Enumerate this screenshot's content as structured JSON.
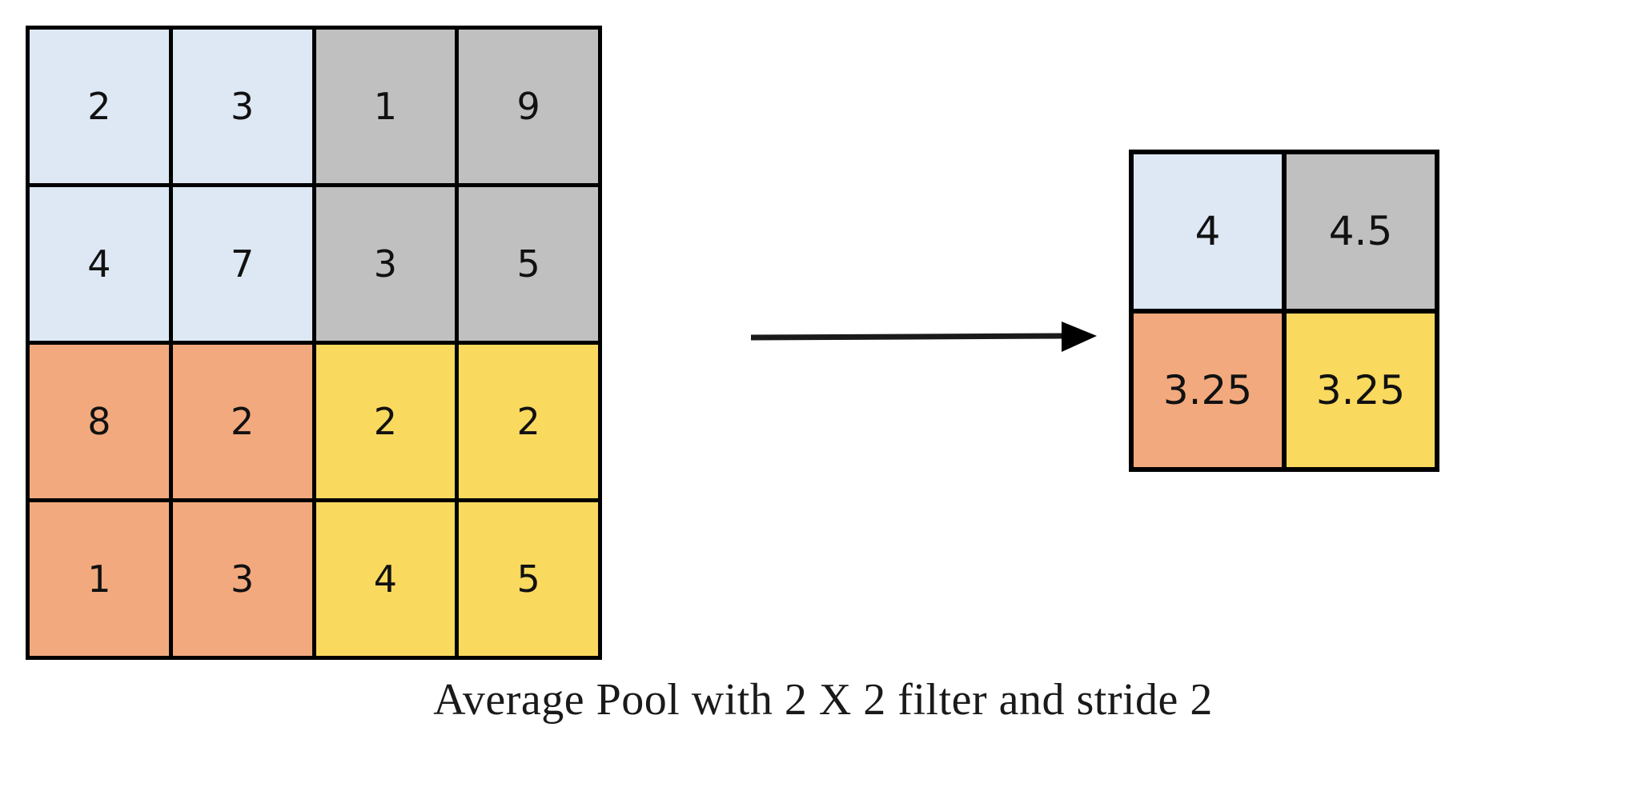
{
  "diagram": {
    "title": "Average Pool with 2 X 2 filter and stride 2",
    "caption": "Average Pool with 2 X 2 filter and stride 2",
    "arrow_label": "transform-arrow"
  },
  "colors": {
    "blue": "#dde8f4",
    "grey": "#c0c0c0",
    "orange": "#f2a97e",
    "yellow": "#fad95f",
    "border": "#000000",
    "background": "#ffffff",
    "text": "#111111"
  },
  "chart_data": {
    "type": "table",
    "title": "Average Pool with 2 X 2 filter and stride 2",
    "xlabel": "",
    "ylabel": "",
    "input_matrix": {
      "name": "input-feature-map",
      "rows": 4,
      "cols": 4,
      "values": [
        [
          2,
          3,
          1,
          9
        ],
        [
          4,
          7,
          3,
          5
        ],
        [
          8,
          2,
          2,
          2
        ],
        [
          1,
          3,
          4,
          5
        ]
      ],
      "quadrant_colors": [
        [
          "blue",
          "blue",
          "grey",
          "grey"
        ],
        [
          "blue",
          "blue",
          "grey",
          "grey"
        ],
        [
          "orange",
          "orange",
          "yellow",
          "yellow"
        ],
        [
          "orange",
          "orange",
          "yellow",
          "yellow"
        ]
      ]
    },
    "output_matrix": {
      "name": "pooled-output",
      "rows": 2,
      "cols": 2,
      "values": [
        [
          "4",
          "4.5"
        ],
        [
          "3.25",
          "3.25"
        ]
      ],
      "quadrant_colors": [
        [
          "blue",
          "grey"
        ],
        [
          "orange",
          "yellow"
        ]
      ]
    },
    "operation": {
      "pool_type": "average",
      "filter": "2 X 2",
      "stride": 2
    }
  },
  "input_cells": [
    {
      "value": "2",
      "color": "blue"
    },
    {
      "value": "3",
      "color": "blue"
    },
    {
      "value": "1",
      "color": "grey"
    },
    {
      "value": "9",
      "color": "grey"
    },
    {
      "value": "4",
      "color": "blue"
    },
    {
      "value": "7",
      "color": "blue"
    },
    {
      "value": "3",
      "color": "grey"
    },
    {
      "value": "5",
      "color": "grey"
    },
    {
      "value": "8",
      "color": "orange"
    },
    {
      "value": "2",
      "color": "orange"
    },
    {
      "value": "2",
      "color": "yellow"
    },
    {
      "value": "2",
      "color": "yellow"
    },
    {
      "value": "1",
      "color": "orange"
    },
    {
      "value": "3",
      "color": "orange"
    },
    {
      "value": "4",
      "color": "yellow"
    },
    {
      "value": "5",
      "color": "yellow"
    }
  ],
  "output_cells": [
    {
      "value": "4",
      "color": "blue"
    },
    {
      "value": "4.5",
      "color": "grey"
    },
    {
      "value": "3.25",
      "color": "orange"
    },
    {
      "value": "3.25",
      "color": "yellow"
    }
  ]
}
